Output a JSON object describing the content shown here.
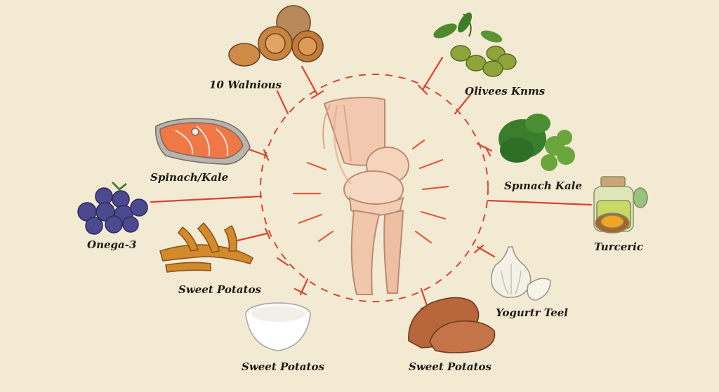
{
  "labels": {
    "walnuts": "10 Walnious",
    "olives": "Olivees Knms",
    "salmon": "Spinach/Kale",
    "spinach": "Spınach Kale",
    "blueberries": "Onega-3",
    "turmeric": "Turceric",
    "ginger": "Sweet Potatos",
    "yogurt_bowl": "Sweet Potatos",
    "sweet_potatoes": "Sweet Potatos",
    "garlic": "Yogurtr Teel"
  },
  "colors": {
    "background": "#f3ead3",
    "connector": "#d8452f",
    "label": "#1f1a15"
  }
}
